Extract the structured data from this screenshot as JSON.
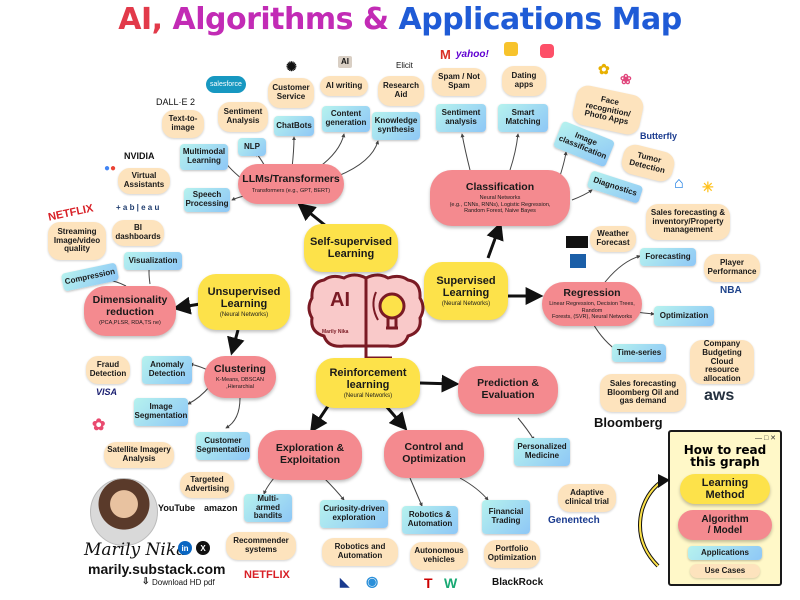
{
  "title": {
    "part1": "AI, ",
    "part2": "Algorithms & ",
    "part3": "Applications Map"
  },
  "center": {
    "ai_label": "AI",
    "author_tag": "Marily Nika"
  },
  "learning": {
    "self_supervised": {
      "label": "Self-supervised\nLearning"
    },
    "unsupervised": {
      "label": "Unsupervised\nLearning",
      "sub": "(Neural Networks)"
    },
    "supervised": {
      "label": "Supervised\nLearning",
      "sub": "(Neural Networks)"
    },
    "reinforcement": {
      "label": "Reinforcement\nlearning",
      "sub": "(Neural Networks)"
    }
  },
  "algorithms": {
    "llms": {
      "label": "LLMs/Transformers",
      "sub": "Transformers (e.g., GPT, BERT)"
    },
    "classification": {
      "label": "Classification",
      "sub": "Neural Networks\n(e.g., CNNs, RNNs), Logistic Regression,\nRandom Forest, Naive Bayes"
    },
    "regression": {
      "label": "Regression",
      "sub": "Linear Regression, Decision Trees, Random\nForests, (SVR), Neural Networks"
    },
    "dimensionality": {
      "label": "Dimensionality\nreduction",
      "sub": "(PCA,PLSR, RDA,TS ne)"
    },
    "clustering": {
      "label": "Clustering",
      "sub": "K-Means, DBSCAN\n,Hierarchial"
    },
    "prediction": {
      "label": "Prediction &\nEvaluation"
    },
    "exploration": {
      "label": "Exploration &\nExploitation"
    },
    "control": {
      "label": "Control and\nOptimization"
    }
  },
  "applications": {
    "multimodal": "Multimodal\nLearning",
    "nlp": "NLP",
    "chatbots": "ChatBots",
    "content_generation": "Content\ngeneration",
    "knowledge_synthesis": "Knowledge\nsynthesis",
    "speech_processing": "Speech\nProcessing",
    "sentiment_analysis_cls": "Sentiment\nanalysis",
    "smart_matching": "Smart\nMatching",
    "image_classification": "Image\nclassification",
    "diagnostics": "Diagnostics",
    "visualization": "Visualization",
    "compression": "Compression",
    "anomaly_detection": "Anomaly\nDetection",
    "image_segmentation": "Image\nSegmentation",
    "customer_segmentation": "Customer\nSegmentation",
    "forecasting": "Forecasting",
    "optimization": "Optimization",
    "time_series": "Time-series",
    "personalized_medicine": "Personalized\nMedicine",
    "multi_armed_bandits": "Multi-armed\nbandits",
    "curiosity_exploration": "Curiosity-driven\nexploration",
    "robotics_automation_app": "Robotics &\nAutomation",
    "financial_trading": "Financial\nTrading"
  },
  "use_cases": {
    "text_to_image": "Text-to-\nimage",
    "sentiment_analysis": "Sentiment\nAnalysis",
    "customer_service": "Customer\nService",
    "ai_writing": "AI writing",
    "research_aid": "Research\nAid",
    "virtual_assistants": "Virtual\nAssistants",
    "bi_dashboards": "BI\ndashboards",
    "streaming_quality": "Streaming\nImage/video\nquality",
    "spam": "Spam / Not\nSpam",
    "dating_apps": "Dating\napps",
    "face_recognition": "Face\nrecognition/\nPhoto Apps",
    "tumor_detection": "Tumor\nDetection",
    "sales_forecasting_inventory": "Sales forecasting &\ninventory/Property\nmanagement",
    "weather_forecast": "Weather\nForecast",
    "player_performance": "Player\nPerformance",
    "company_budgeting": "Company\nBudgeting\nCloud resource\nallocation",
    "sales_forecasting_bloomberg": "Sales forecasting\nBloomberg Oil and\ngas demand",
    "fraud_detection": "Fraud\nDetection",
    "satellite_imagery": "Satellite Imagery\nAnalysis",
    "targeted_advertising": "Targeted\nAdvertising",
    "recommender_systems": "Recommender\nsystems",
    "robotics_automation_uc": "Robotics and\nAutomation",
    "autonomous_vehicles": "Autonomous\nvehicles",
    "portfolio_optimization": "Portfolio\nOptimization",
    "adaptive_clinical_trial": "Adaptive\nclinical trial"
  },
  "logos": {
    "dalle": "DALL·E 2",
    "salesforce": "salesforce",
    "elicit": "Elicit",
    "yahoo": "yahoo!",
    "nvidia": "NVIDIA",
    "tableau": "+ a b | e a u",
    "netflix_top": "NETFLIX",
    "butterfly": "Butterfly",
    "nba": "NBA",
    "aws": "aws",
    "bloomberg": "Bloomberg",
    "visa": "VISA",
    "youtube": "YouTube",
    "amazon": "amazon",
    "netflix_bottom": "NETFLIX",
    "genentech": "Genentech",
    "blackrock": "BlackRock"
  },
  "colors": {
    "learning_method": "#fde24a",
    "algorithm": "#f48a8f",
    "application": "#8ec7f6",
    "use_case": "#fde3bd",
    "title_red": "#e23a4a",
    "title_purple": "#c22bb5",
    "title_blue": "#1f5bd6"
  },
  "legend": {
    "window_controls": "— □ ✕",
    "title": "How to read\nthis graph",
    "learning_method": "Learning\nMethod",
    "algorithm": "Algorithm\n/ Model",
    "applications": "Applications",
    "use_cases": "Use Cases"
  },
  "author": {
    "name": "Marily Nika",
    "site": "marily.substack.com",
    "download": "Download HD pdf",
    "linkedin": "in",
    "x": "X"
  }
}
